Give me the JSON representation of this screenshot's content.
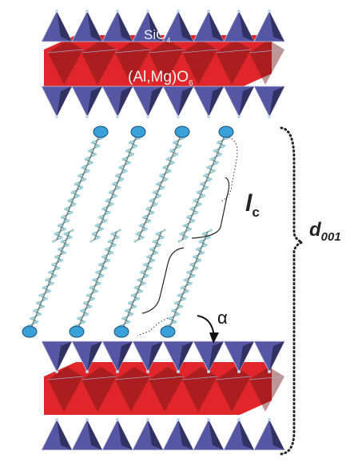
{
  "top_layer": {
    "tetra_label": "SiO",
    "tetra_sub": "4",
    "oct_label": "(Al,Mg)O",
    "oct_sub": "6"
  },
  "chain_length": {
    "letter": "l",
    "sub": "c"
  },
  "spacing": {
    "letter": "d",
    "sub": "001"
  },
  "angle_label": "α",
  "colors": {
    "tetrahedra": "#5557a5",
    "tetra_dark": "#2b2c55",
    "octahedra": "#e0262a",
    "octa_dark": "#6a1512",
    "headgroup": "#3aa0d8",
    "chain": "#6f8a8a",
    "chain_atom": "#9fd4de"
  },
  "counts": {
    "chains": 8
  }
}
